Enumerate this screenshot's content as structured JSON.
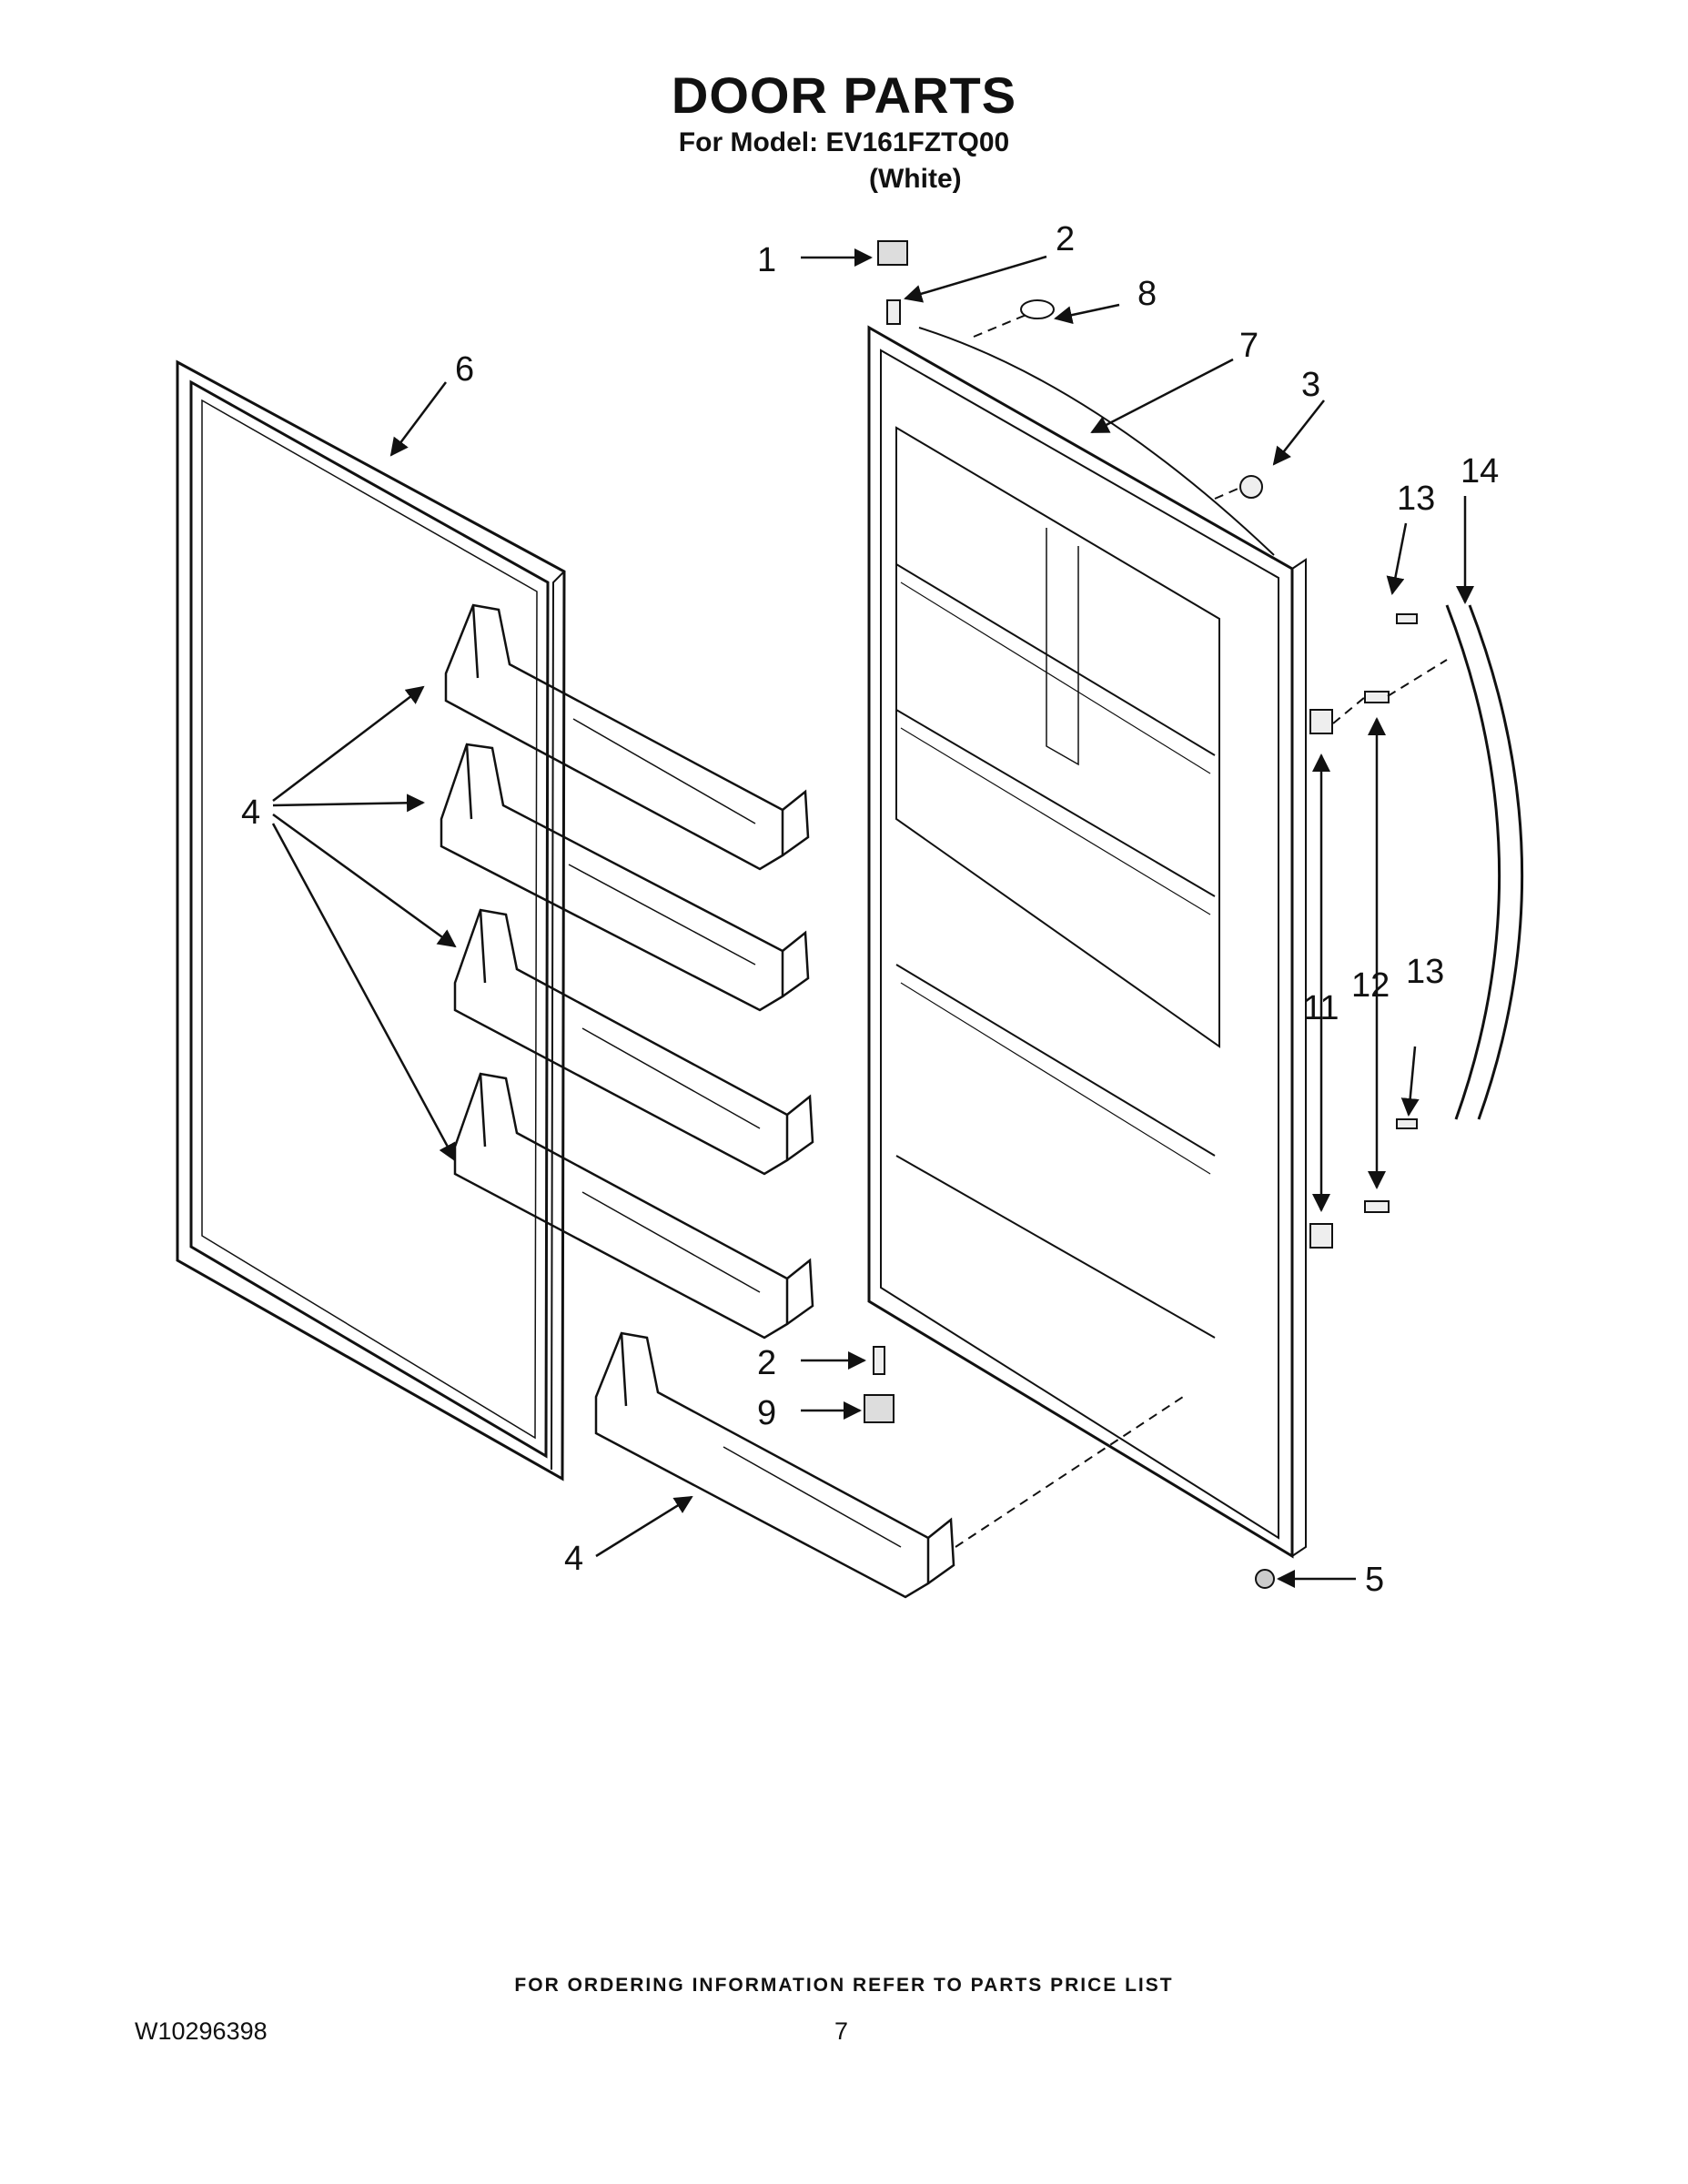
{
  "header": {
    "title": "DOOR PARTS",
    "model_line": "For Model: EV161FZTQ00",
    "color_line": "(White)"
  },
  "callouts": {
    "c1": "1",
    "c2_top": "2",
    "c8": "8",
    "c6": "6",
    "c7": "7",
    "c3": "3",
    "c13_top": "13",
    "c14": "14",
    "c4_left": "4",
    "c11": "11",
    "c12": "12",
    "c13_bottom": "13",
    "c2_bottom": "2",
    "c9": "9",
    "c4_bottom": "4",
    "c5": "5"
  },
  "footer": {
    "ordering_note": "FOR ORDERING INFORMATION REFER TO PARTS PRICE LIST",
    "doc_number": "W10296398",
    "page_number": "7"
  }
}
